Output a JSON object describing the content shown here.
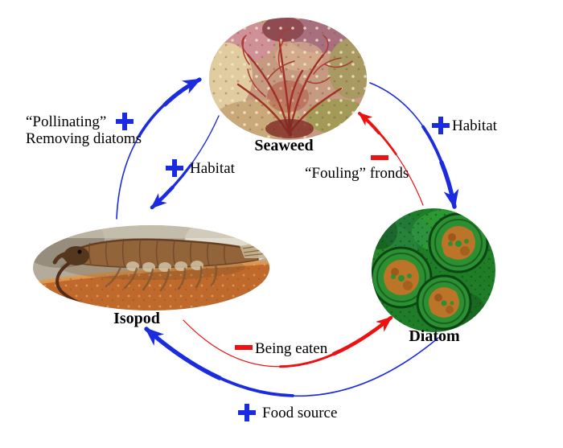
{
  "nodes": {
    "seaweed": {
      "label": "Seaweed",
      "image": "red branching seaweed on rocky reef"
    },
    "isopod": {
      "label": "Isopod",
      "image": "isopod crustacean on orange seaweed frond"
    },
    "diatom": {
      "label": "Diatom",
      "image": "green microscope view of round diatom cells"
    }
  },
  "edges": {
    "isopod_to_seaweed": {
      "from": "Isopod",
      "to": "Seaweed",
      "sign": "+",
      "label_line1": "“Pollinating”",
      "label_line2": "Removing diatoms",
      "color": "#1b2ce0"
    },
    "seaweed_to_isopod": {
      "from": "Seaweed",
      "to": "Isopod",
      "sign": "+",
      "label": "Habitat",
      "color": "#1b2ce0"
    },
    "seaweed_to_diatom": {
      "from": "Seaweed",
      "to": "Diatom",
      "sign": "+",
      "label": "Habitat",
      "color": "#1b2ce0"
    },
    "diatom_to_seaweed": {
      "from": "Diatom",
      "to": "Seaweed",
      "sign": "−",
      "label": "“Fouling” fronds",
      "color": "#ee1111"
    },
    "isopod_to_diatom": {
      "from": "Isopod",
      "to": "Diatom",
      "sign": "−",
      "label": "Being eaten",
      "color": "#ee1111"
    },
    "diatom_to_isopod": {
      "from": "Diatom",
      "to": "Isopod",
      "sign": "+",
      "label": "Food source",
      "color": "#1b2ce0"
    }
  },
  "colors": {
    "positive": "#1b2ce0",
    "negative": "#ee1111",
    "text": "#000000",
    "background": "#ffffff"
  }
}
